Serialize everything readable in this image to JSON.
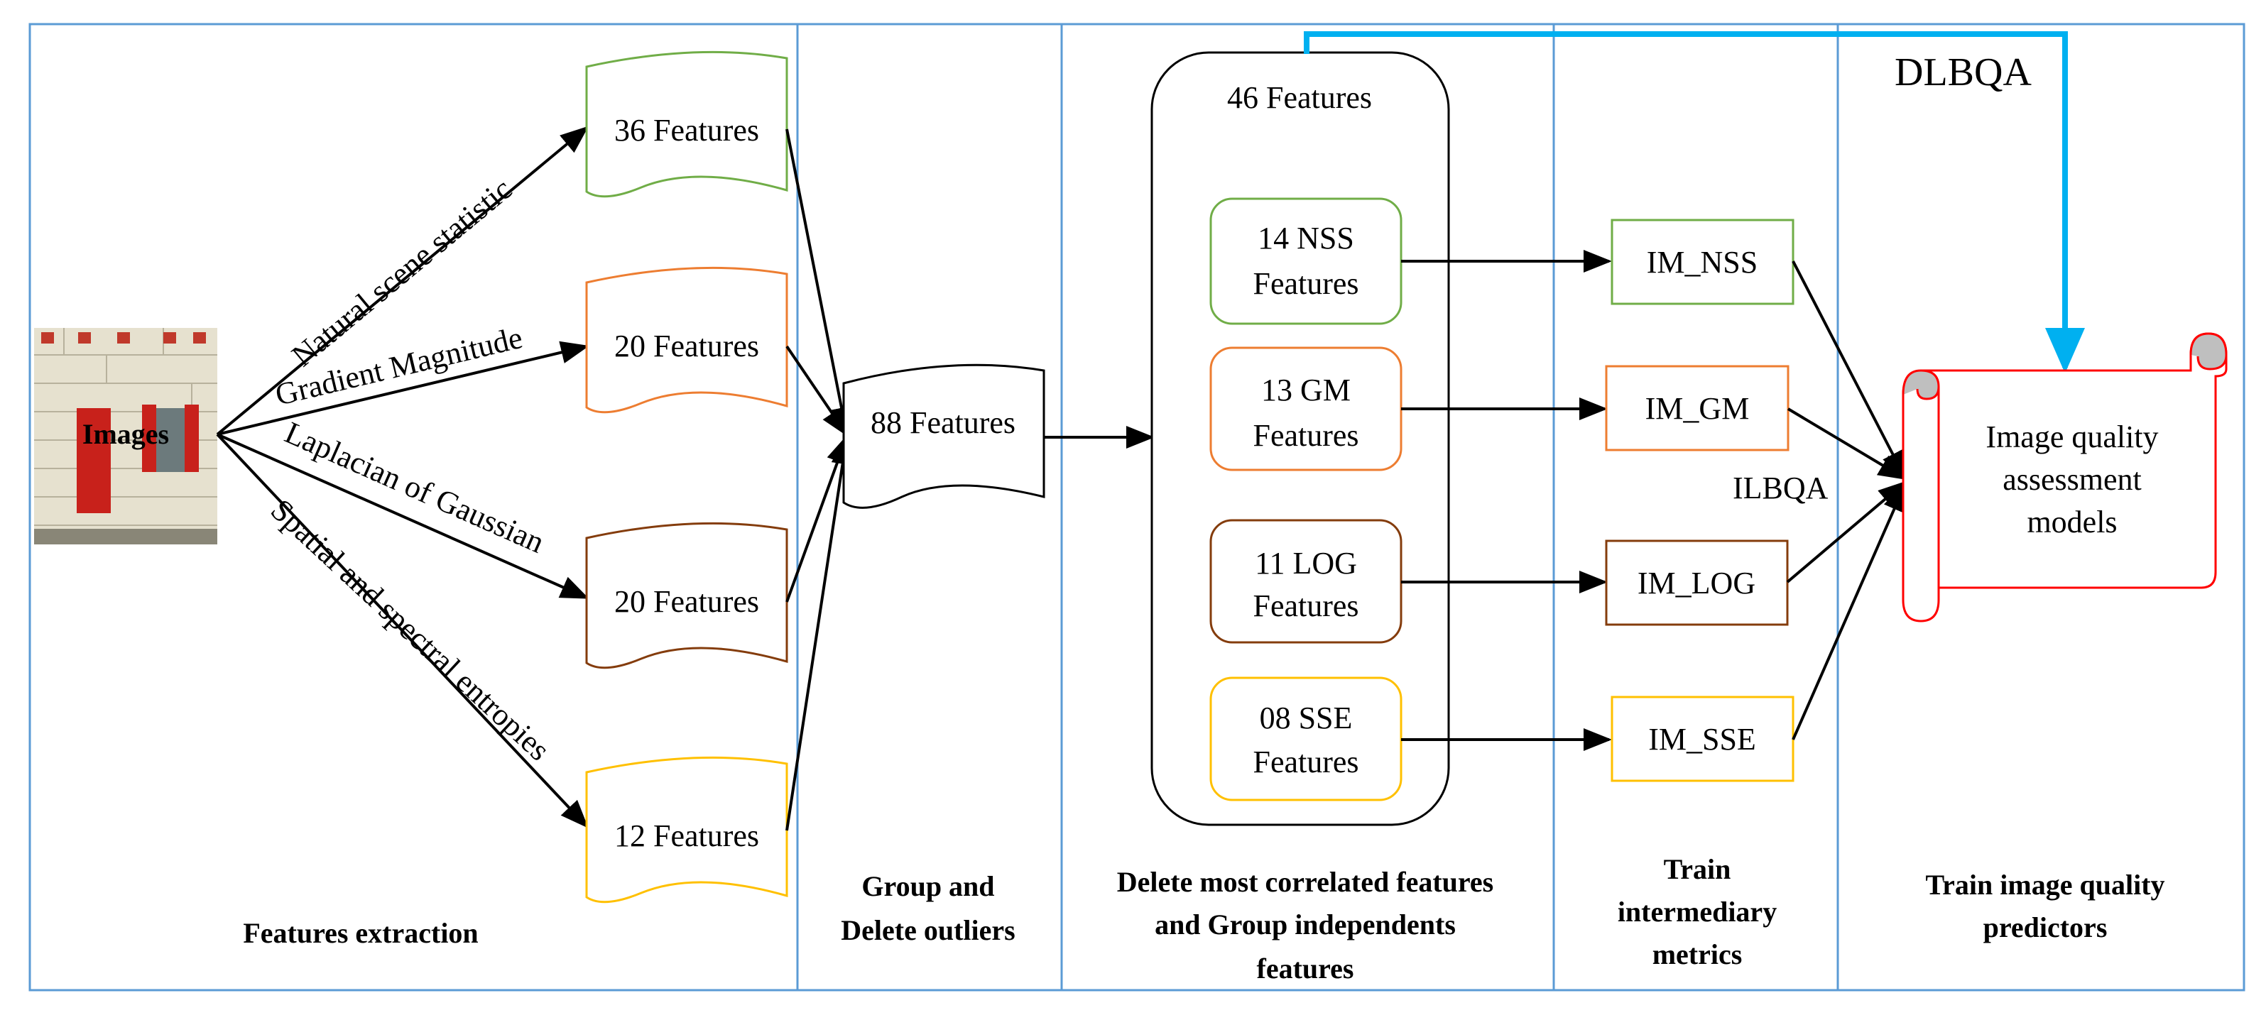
{
  "colors": {
    "frame": "#5b9bd5",
    "nss": "#70ad47",
    "gm": "#ed7d31",
    "log": "#843c0c",
    "sse": "#ffc000",
    "output": "#ff0000",
    "dlbqa_arrow": "#00b0f0"
  },
  "input": {
    "label": "Images"
  },
  "extraction": {
    "arrows": [
      "Natural scene statistic",
      "Gradient Magnitude",
      "Laplacian of Gaussian",
      "Spatial and spectral entropies"
    ],
    "docs": [
      "36 Features",
      "20 Features",
      "20 Features",
      "12 Features"
    ]
  },
  "merged": {
    "label": "88 Features"
  },
  "selected": {
    "title": "46 Features",
    "groups": [
      {
        "line1": "14 NSS",
        "line2": "Features"
      },
      {
        "line1": "13 GM",
        "line2": "Features"
      },
      {
        "line1": "11 LOG",
        "line2": "Features"
      },
      {
        "line1": "08 SSE",
        "line2": "Features"
      }
    ]
  },
  "metrics": [
    "IM_NSS",
    "IM_GM",
    "IM_LOG",
    "IM_SSE"
  ],
  "labels": {
    "dlbqa": "DLBQA",
    "ilbqa": "ILBQA"
  },
  "output": {
    "line1": "Image quality",
    "line2": "assessment",
    "line3": "models"
  },
  "stages": {
    "s1": [
      "Features extraction"
    ],
    "s2": [
      "Group and",
      "Delete outliers"
    ],
    "s3": [
      "Delete most correlated features",
      "and Group independents",
      "features"
    ],
    "s4": [
      "Train",
      "intermediary",
      "metrics"
    ],
    "s5": [
      "Train image quality",
      "predictors"
    ]
  }
}
